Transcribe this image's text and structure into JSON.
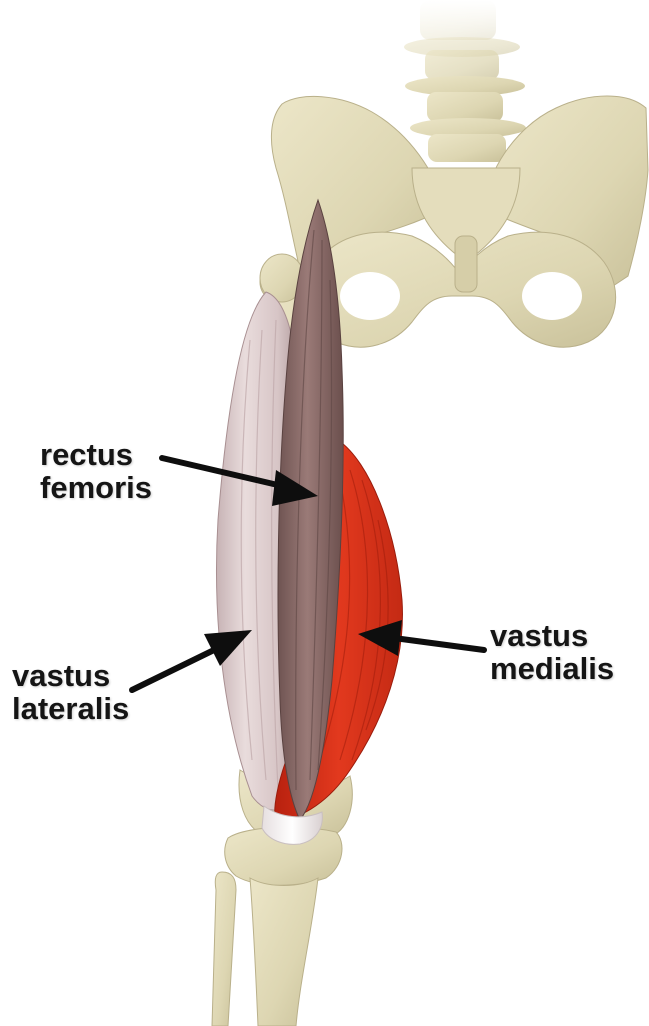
{
  "diagram": {
    "labels": {
      "rectus_femoris": {
        "line1": "rectus",
        "line2": "femoris",
        "color": "#8a6a68"
      },
      "vastus_medialis": {
        "line1": "vastus",
        "line2": "medialis",
        "color": "#d8331c"
      },
      "vastus_lateralis": {
        "line1": "vastus",
        "line2": "lateralis",
        "color": "#d9c6c7"
      }
    },
    "colors": {
      "bone": "#ddd7b5",
      "arrow": "#0e0e0e",
      "background": "#ffffff"
    }
  }
}
